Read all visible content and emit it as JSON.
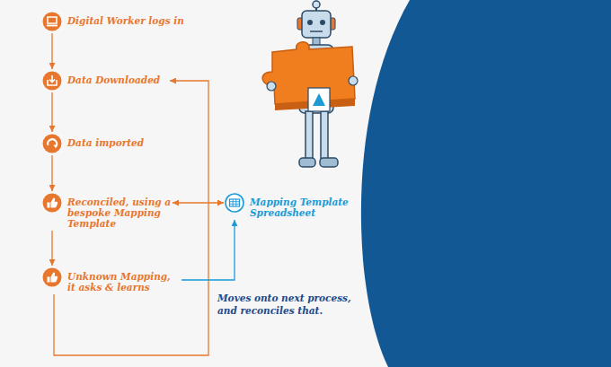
{
  "diagram": {
    "nodes": [
      {
        "text": [
          "Digital Worker logs in"
        ]
      },
      {
        "text": [
          "Data Downloaded"
        ]
      },
      {
        "text": [
          "Data imported"
        ]
      },
      {
        "text": [
          "Reconciled, using a bespoke Mapping Template"
        ]
      },
      {
        "text": [
          "Mapping Template Spreadsheet"
        ]
      },
      {
        "text": [
          "Unknown Mapping, it asks & learns"
        ]
      }
    ],
    "edges": [
      {
        "from": 0,
        "to": 1,
        "arrow": "to"
      },
      {
        "from": 1,
        "to": 2,
        "arrow": "to"
      },
      {
        "from": 2,
        "to": 3,
        "arrow": "to"
      },
      {
        "from": 3,
        "to": 5,
        "arrow": "to"
      },
      {
        "from": 5,
        "to": 1,
        "arrow": "to"
      },
      {
        "from": 4,
        "to": 3,
        "arrow": "both"
      },
      {
        "from": 5,
        "to": 4,
        "arrow": "to"
      }
    ],
    "labels": [
      "Moves onto next process, and reconciles that."
    ]
  }
}
